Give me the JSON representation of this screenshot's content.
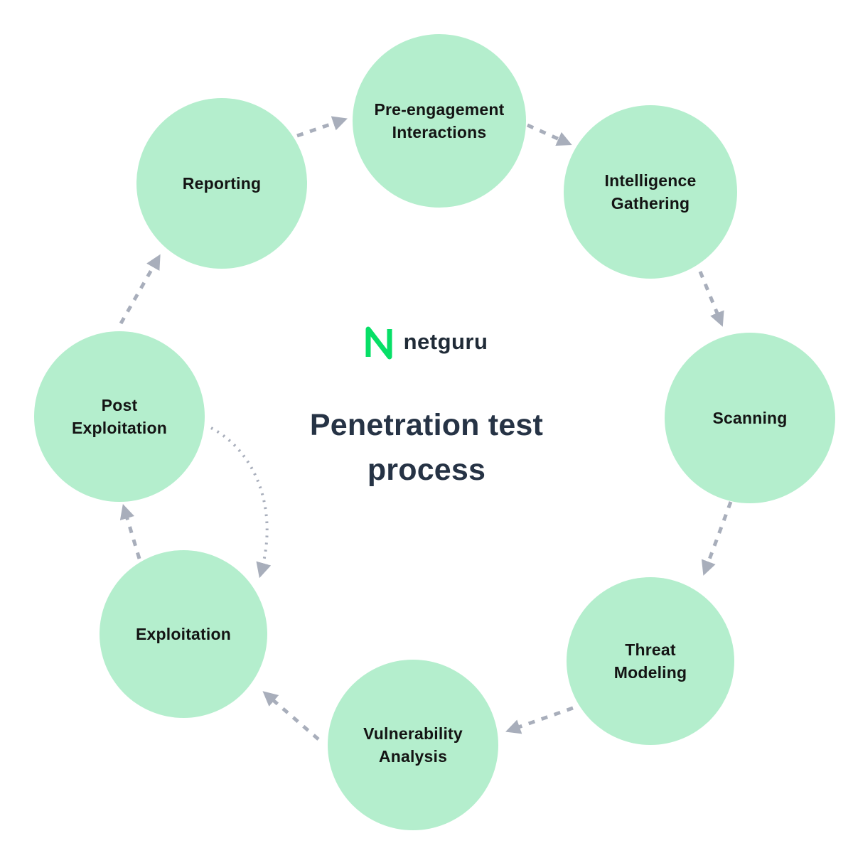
{
  "brand": {
    "logo_text": "netguru",
    "logo_mark_icon": "netguru-n-icon",
    "logo_green": "#07df67",
    "logo_text_color": "#202b37"
  },
  "title": {
    "line1": "Penetration test",
    "line2": "process",
    "color": "#263345"
  },
  "diagram": {
    "circle_fill": "#b4eecd",
    "label_color": "#141414",
    "arrow_color": "#a8aebb",
    "background": "#ffffff",
    "stages": [
      {
        "id": "pre-engagement-interactions",
        "line1": "Pre-engagement",
        "line2": "Interactions"
      },
      {
        "id": "intelligence-gathering",
        "line1": "Intelligence",
        "line2": "Gathering"
      },
      {
        "id": "scanning",
        "line1": "Scanning",
        "line2": ""
      },
      {
        "id": "threat-modeling",
        "line1": "Threat",
        "line2": "Modeling"
      },
      {
        "id": "vulnerability-analysis",
        "line1": "Vulnerability",
        "line2": "Analysis"
      },
      {
        "id": "exploitation",
        "line1": "Exploitation",
        "line2": ""
      },
      {
        "id": "post-exploitation",
        "line1": "Post",
        "line2": "Exploitation"
      },
      {
        "id": "reporting",
        "line1": "Reporting",
        "line2": ""
      }
    ],
    "connections": [
      {
        "from": "Pre-engagement Interactions",
        "to": "Intelligence Gathering",
        "style": "dashed"
      },
      {
        "from": "Intelligence Gathering",
        "to": "Scanning",
        "style": "dashed"
      },
      {
        "from": "Scanning",
        "to": "Threat Modeling",
        "style": "dashed"
      },
      {
        "from": "Threat Modeling",
        "to": "Vulnerability Analysis",
        "style": "dashed"
      },
      {
        "from": "Vulnerability Analysis",
        "to": "Exploitation",
        "style": "dashed"
      },
      {
        "from": "Exploitation",
        "to": "Post Exploitation",
        "style": "dashed"
      },
      {
        "from": "Post Exploitation",
        "to": "Reporting",
        "style": "dashed"
      },
      {
        "from": "Reporting",
        "to": "Pre-engagement Interactions",
        "style": "dashed"
      },
      {
        "from": "Post Exploitation",
        "to": "Exploitation",
        "style": "dotted-curve"
      }
    ]
  }
}
